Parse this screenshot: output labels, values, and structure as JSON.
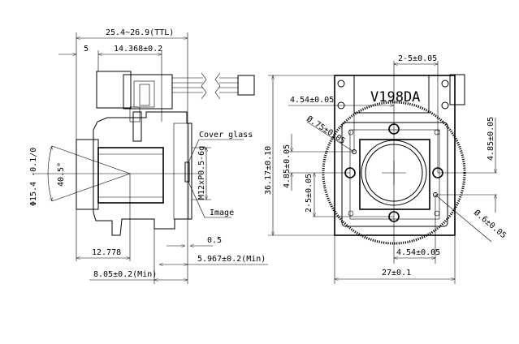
{
  "side_view": {
    "ttl_dim": "25.4~26.9(TTL)",
    "front_dim": "5",
    "flange_dim": "14.368±0.2",
    "lens_diameter_dim": "Φ15.4 -0.1/0",
    "fov_angle": "40.5°",
    "cover_glass_label": "Cover glass",
    "thread_label": "M12xP0.5-6g",
    "image_label": "Image",
    "glass_gap_dim": "0.5",
    "back_focus_dim": "5.967±0.2(Min)",
    "lens_length_dim": "12.778",
    "flange_min_dim": "8.05±0.2(Min)"
  },
  "front_view": {
    "model_label": "V198DA",
    "hole_pitch_top": "2-5±0.05",
    "offset_top": "4.54±0.05",
    "pin_hole_1": "Ø.75±0.05",
    "offset_left_vertical": "4.85±0.05",
    "hole_pitch_left": "2-5±0.05",
    "height_dim": "36.17±0.10",
    "offset_right_vertical": "4.85±0.05",
    "pin_hole_2": "Ø.6±0.05",
    "offset_bottom": "4.54±0.05",
    "width_dim": "27±0.1"
  }
}
